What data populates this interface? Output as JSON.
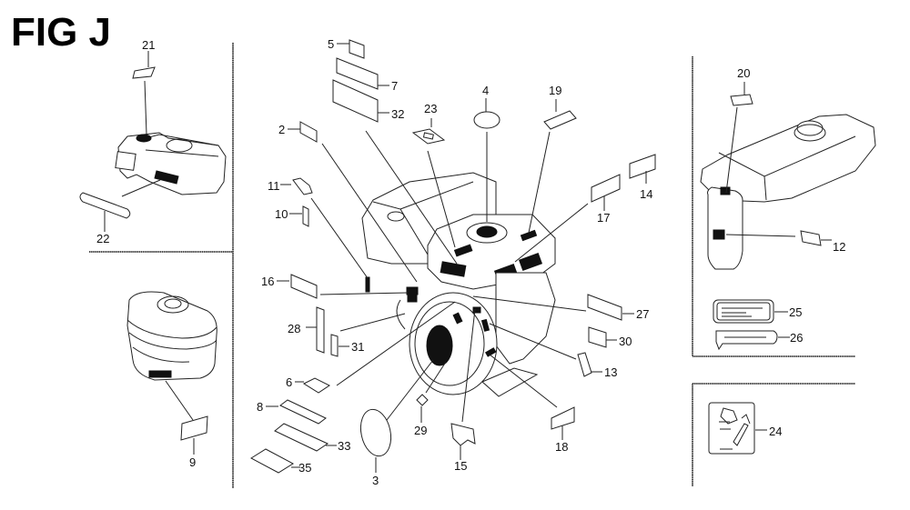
{
  "figure": {
    "title": "FIG J"
  },
  "callouts": {
    "n2": "2",
    "n3": "3",
    "n4": "4",
    "n5": "5",
    "n6": "6",
    "n7": "7",
    "n8": "8",
    "n9": "9",
    "n10": "10",
    "n11": "11",
    "n12": "12",
    "n13": "13",
    "n14": "14",
    "n15": "15",
    "n16": "16",
    "n17": "17",
    "n18": "18",
    "n19": "19",
    "n20": "20",
    "n21": "21",
    "n22": "22",
    "n23": "23",
    "n24": "24",
    "n25": "25",
    "n26": "26",
    "n27": "27",
    "n28": "28",
    "n29": "29",
    "n30": "30",
    "n31": "31",
    "n32": "32",
    "n33": "33",
    "n35": "35"
  },
  "panels": {
    "top_left": "fuel tank (small) with decals 21, 22",
    "bottom_left": "air cleaner cover with decal 9",
    "center": "engine assembly with decals",
    "top_right": "fuel tank (large) with decals 20, 12, 25, 26",
    "bottom_right": "warning label 24"
  }
}
